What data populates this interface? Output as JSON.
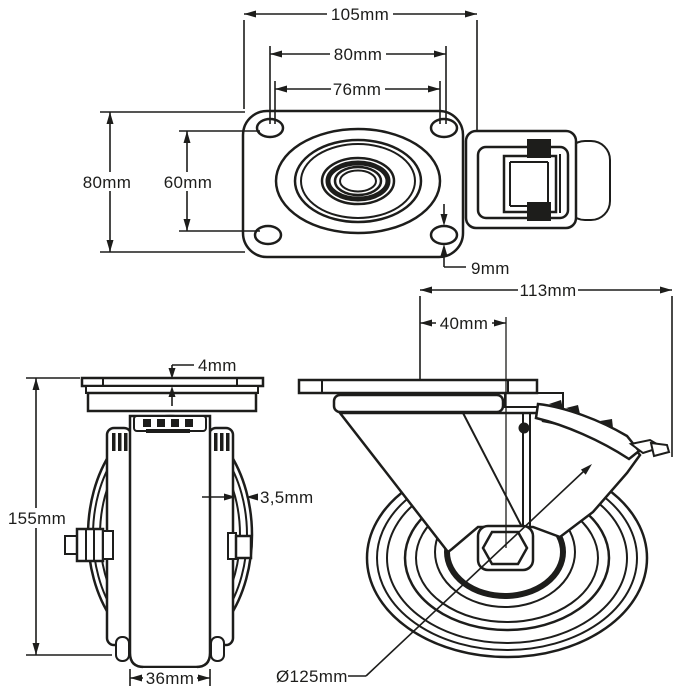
{
  "drawing_type": "caster-technical-drawing",
  "colors": {
    "line": "#1d1d1b",
    "background": "#ffffff"
  },
  "views": {
    "top": {
      "dims": {
        "width_105": "105mm",
        "holes_80": "80mm",
        "holes_76": "76mm",
        "depth_80": "80mm",
        "holes_60": "60mm",
        "hole_9": "9mm"
      }
    },
    "front": {
      "dims": {
        "plate_4": "4mm",
        "height_155": "155mm",
        "wall_3_5": "3,5mm",
        "tread_36": "36mm"
      }
    },
    "side": {
      "dims": {
        "length_113": "113mm",
        "offset_40": "40mm",
        "diameter_125": "Ø125mm"
      }
    }
  }
}
